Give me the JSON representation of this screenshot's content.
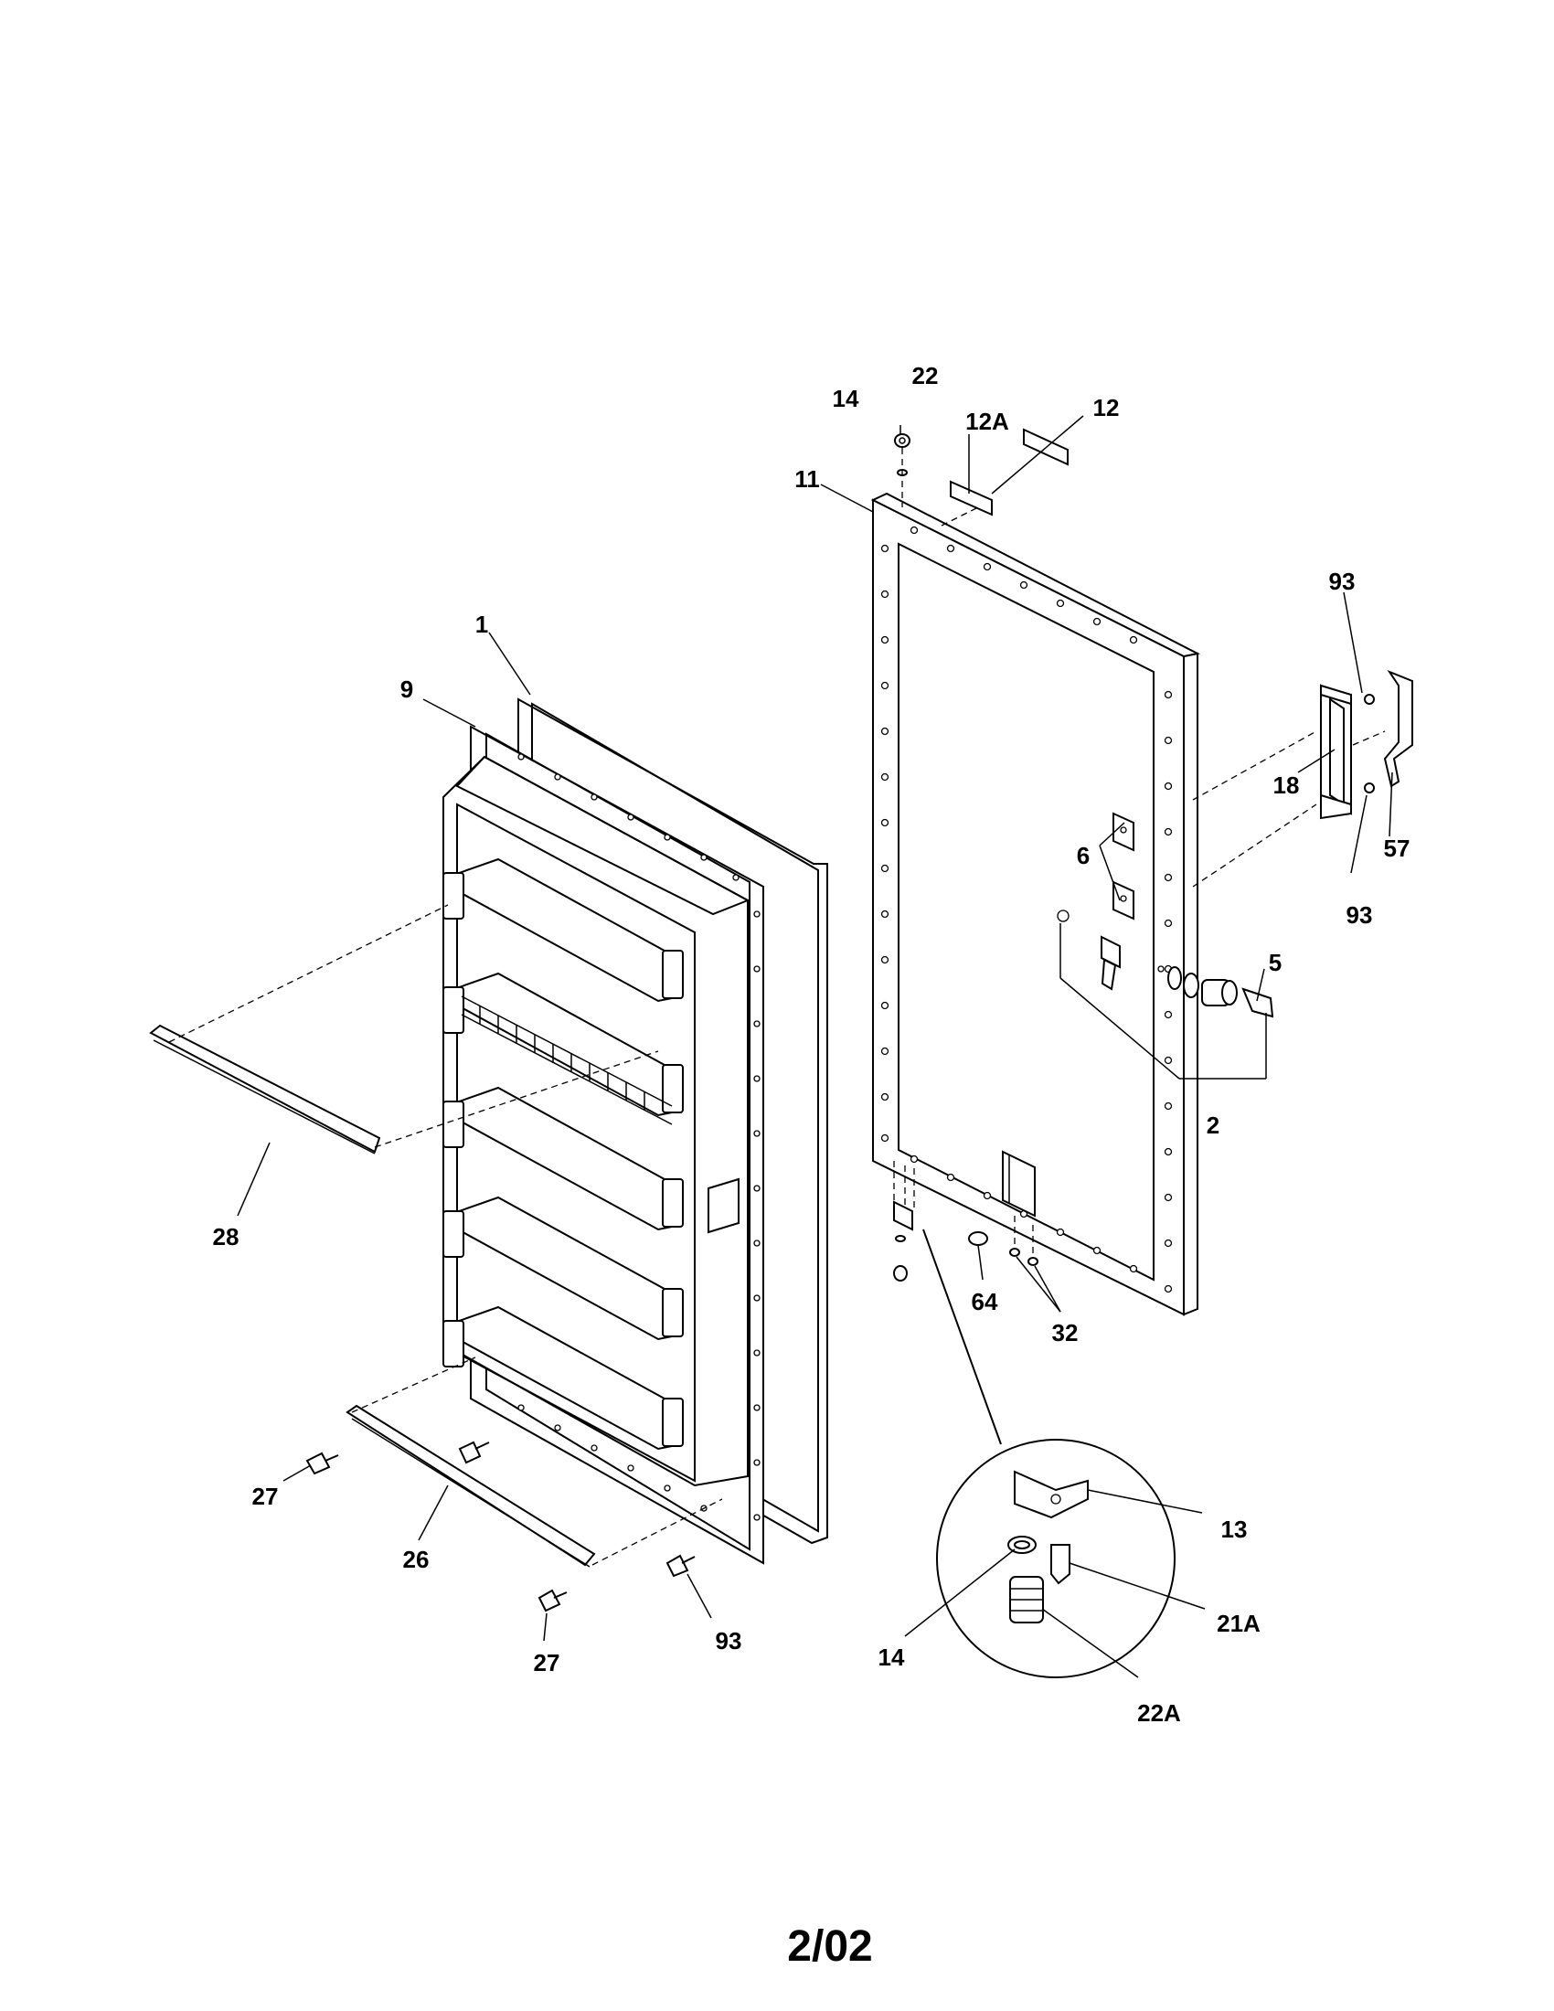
{
  "diagram": {
    "date_code": "2/02",
    "labels": [
      {
        "id": "lbl-22-top",
        "text": "22"
      },
      {
        "id": "lbl-14-top",
        "text": "14"
      },
      {
        "id": "lbl-12a",
        "text": "12A"
      },
      {
        "id": "lbl-12",
        "text": "12"
      },
      {
        "id": "lbl-11",
        "text": "11"
      },
      {
        "id": "lbl-93-a",
        "text": "93"
      },
      {
        "id": "lbl-1",
        "text": "1"
      },
      {
        "id": "lbl-9",
        "text": "9"
      },
      {
        "id": "lbl-18",
        "text": "18"
      },
      {
        "id": "lbl-57",
        "text": "57"
      },
      {
        "id": "lbl-6",
        "text": "6"
      },
      {
        "id": "lbl-93-b",
        "text": "93"
      },
      {
        "id": "lbl-5",
        "text": "5"
      },
      {
        "id": "lbl-2",
        "text": "2"
      },
      {
        "id": "lbl-28",
        "text": "28"
      },
      {
        "id": "lbl-64",
        "text": "64"
      },
      {
        "id": "lbl-32",
        "text": "32"
      },
      {
        "id": "lbl-27-a",
        "text": "27"
      },
      {
        "id": "lbl-26",
        "text": "26"
      },
      {
        "id": "lbl-13",
        "text": "13"
      },
      {
        "id": "lbl-93-c",
        "text": "93"
      },
      {
        "id": "lbl-27-b",
        "text": "27"
      },
      {
        "id": "lbl-21a",
        "text": "21A"
      },
      {
        "id": "lbl-14-bottom",
        "text": "14"
      },
      {
        "id": "lbl-22a",
        "text": "22A"
      }
    ]
  }
}
